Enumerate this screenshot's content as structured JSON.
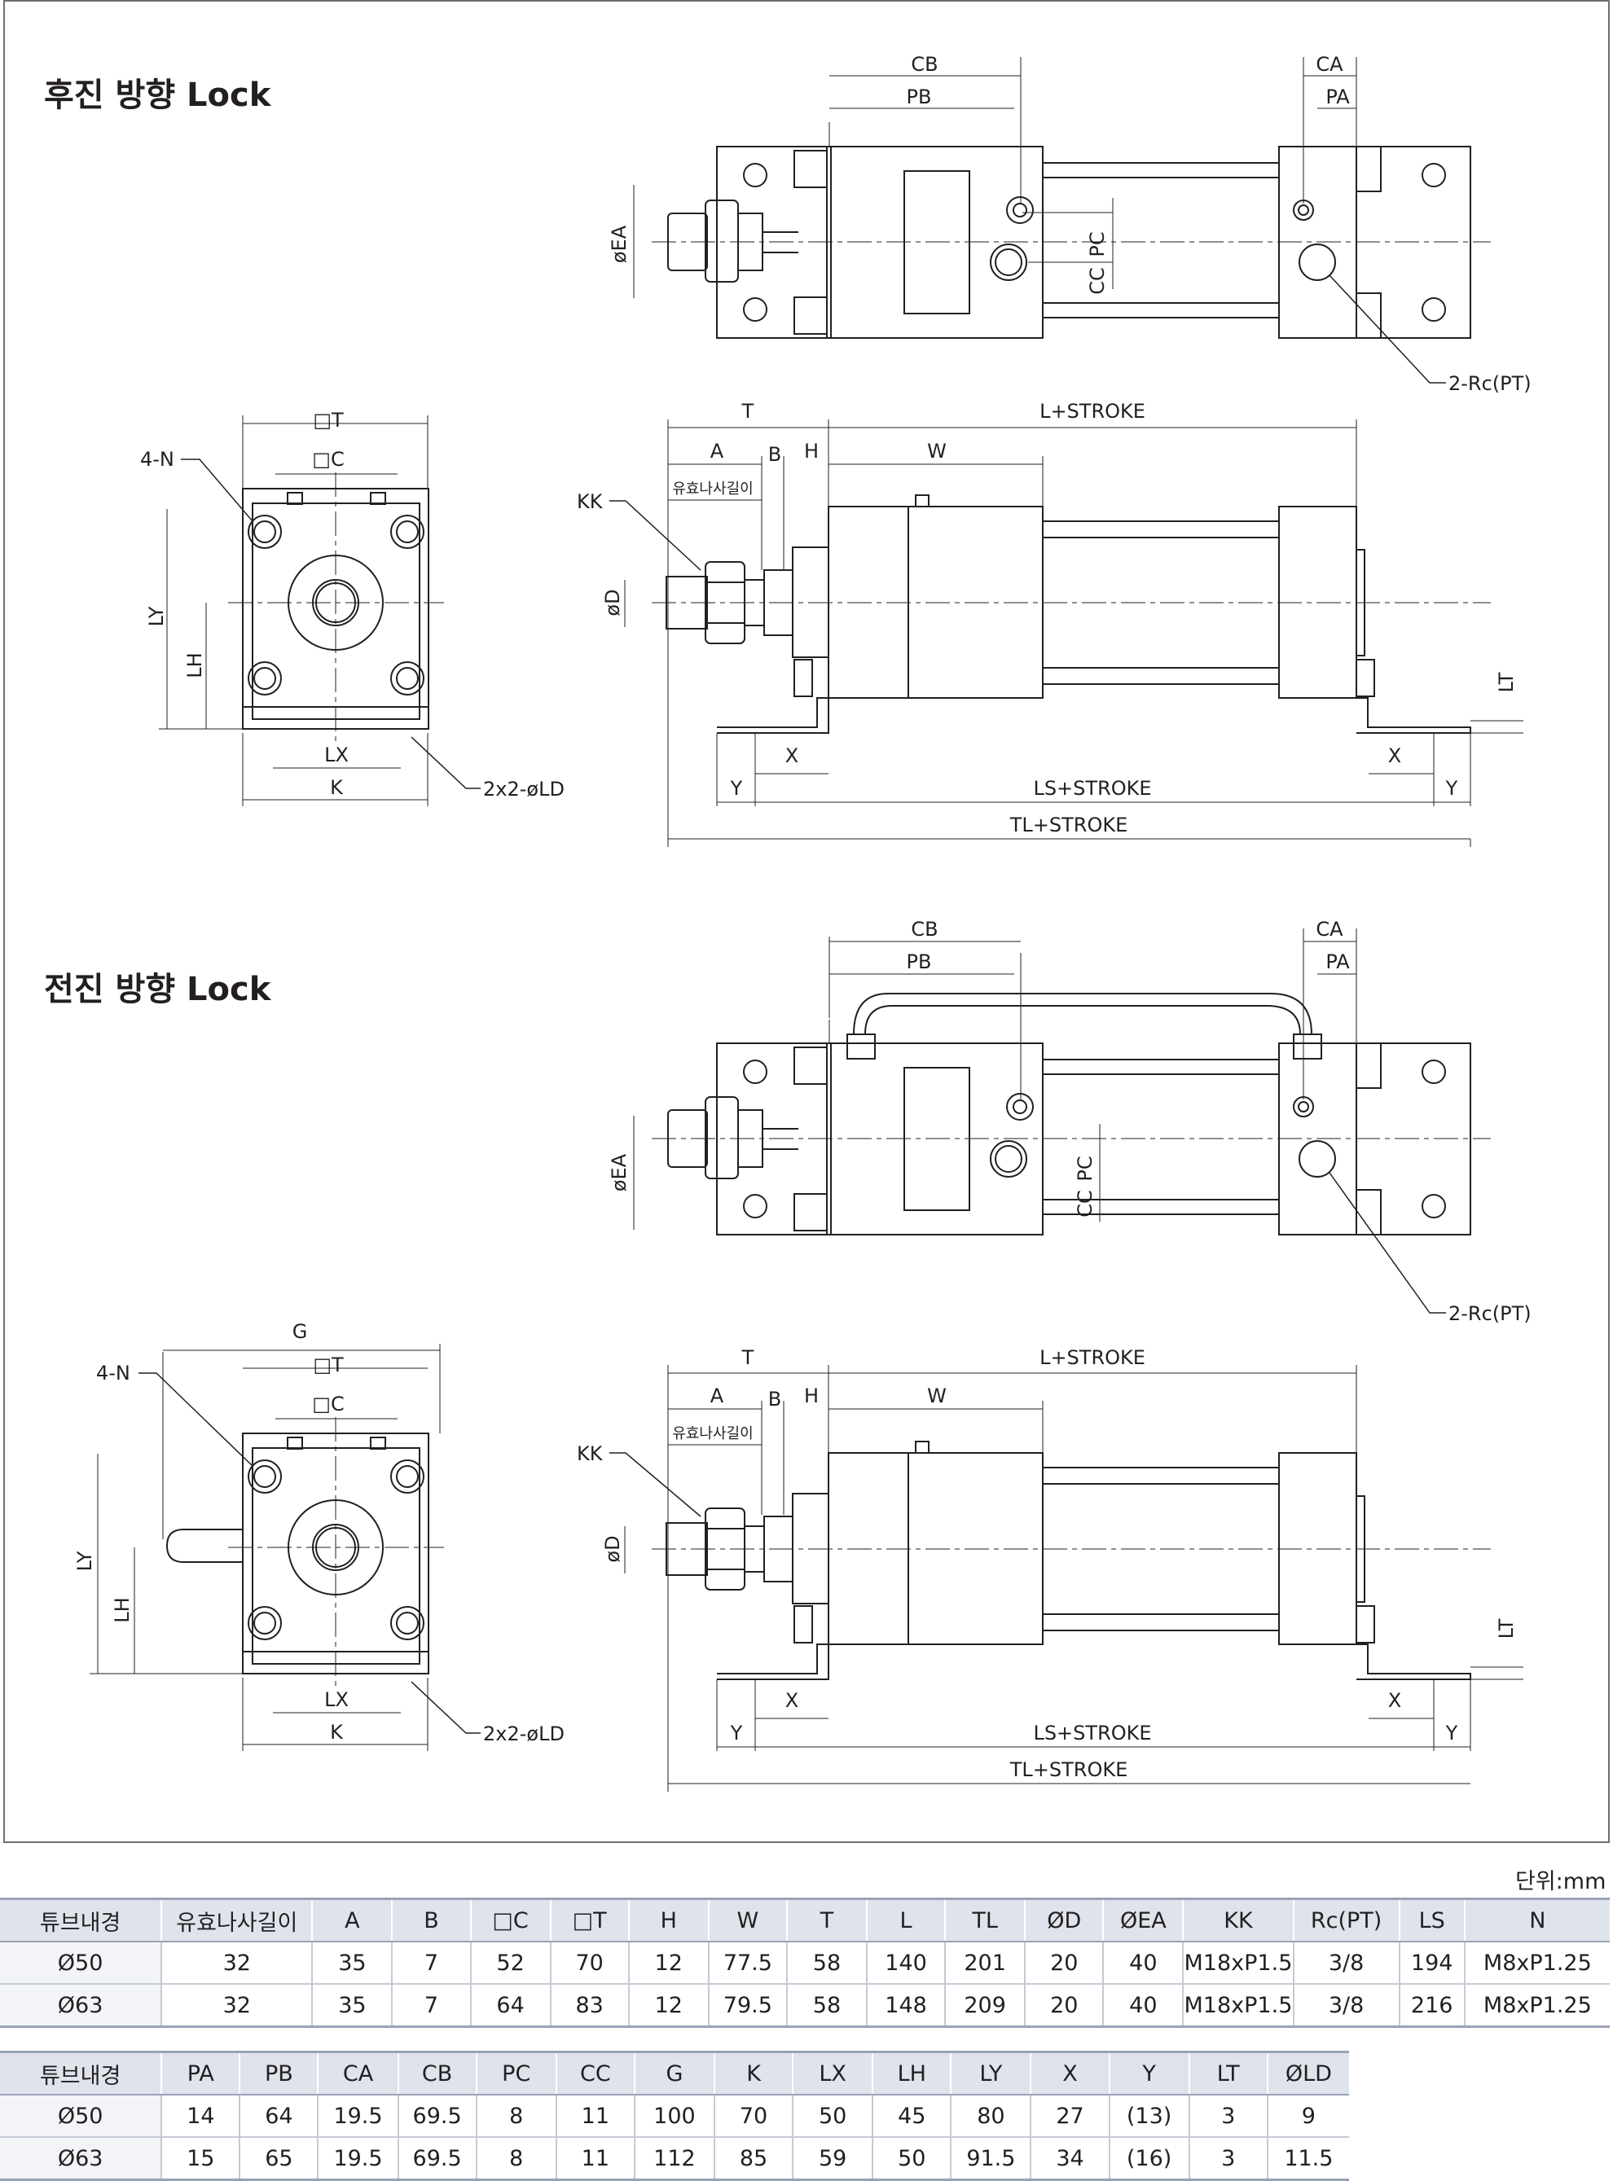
{
  "sections": [
    {
      "title": "후진 방향 Lock",
      "top_labels": {
        "cb": "CB",
        "pb": "PB",
        "ca": "CA",
        "pa": "PA",
        "ea": "øEA",
        "cc": "CC",
        "pc": "PC",
        "port": "2-Rc(PT)"
      },
      "end_labels": {
        "t_sq": "□T",
        "c_sq": "□C",
        "n": "4-N",
        "ly": "LY",
        "lh": "LH",
        "lx": "LX",
        "k": "K",
        "ld": "2x2-øLD"
      },
      "side_labels": {
        "t": "T",
        "l": "L+STROKE",
        "a": "A",
        "b": "B",
        "h": "H",
        "w": "W",
        "thread": "유효나사길이",
        "kk": "KK",
        "d": "øD",
        "lt": "LT",
        "x1": "X",
        "x2": "X",
        "y1": "Y",
        "y2": "Y",
        "ls": "LS+STROKE",
        "tl": "TL+STROKE"
      }
    },
    {
      "title": "전진 방향 Lock",
      "top_labels": {
        "cb": "CB",
        "pb": "PB",
        "ca": "CA",
        "pa": "PA",
        "ea": "øEA",
        "cc": "CC",
        "pc": "PC",
        "port": "2-Rc(PT)"
      },
      "end_labels": {
        "g": "G",
        "t_sq": "□T",
        "c_sq": "□C",
        "n": "4-N",
        "ly": "LY",
        "lh": "LH",
        "lx": "LX",
        "k": "K",
        "ld": "2x2-øLD"
      },
      "side_labels": {
        "t": "T",
        "l": "L+STROKE",
        "a": "A",
        "b": "B",
        "h": "H",
        "w": "W",
        "thread": "유효나사길이",
        "kk": "KK",
        "d": "øD",
        "lt": "LT",
        "x1": "X",
        "x2": "X",
        "y1": "Y",
        "y2": "Y",
        "ls": "LS+STROKE",
        "tl": "TL+STROKE"
      }
    }
  ],
  "unit_label": "단위:mm",
  "table1": {
    "headers": [
      "튜브내경",
      "유효나사길이",
      "A",
      "B",
      "□C",
      "□T",
      "H",
      "W",
      "T",
      "L",
      "TL",
      "ØD",
      "ØEA",
      "KK",
      "Rc(PT)",
      "LS",
      "N"
    ],
    "rows": [
      [
        "Ø50",
        "32",
        "35",
        "7",
        "52",
        "70",
        "12",
        "77.5",
        "58",
        "140",
        "201",
        "20",
        "40",
        "M18xP1.5",
        "3/8",
        "194",
        "M8xP1.25"
      ],
      [
        "Ø63",
        "32",
        "35",
        "7",
        "64",
        "83",
        "12",
        "79.5",
        "58",
        "148",
        "209",
        "20",
        "40",
        "M18xP1.5",
        "3/8",
        "216",
        "M8xP1.25"
      ]
    ]
  },
  "table2": {
    "headers": [
      "튜브내경",
      "PA",
      "PB",
      "CA",
      "CB",
      "PC",
      "CC",
      "G",
      "K",
      "LX",
      "LH",
      "LY",
      "X",
      "Y",
      "LT",
      "ØLD"
    ],
    "rows": [
      [
        "Ø50",
        "14",
        "64",
        "19.5",
        "69.5",
        "8",
        "11",
        "100",
        "70",
        "50",
        "45",
        "80",
        "27",
        "(13)",
        "3",
        "9"
      ],
      [
        "Ø63",
        "15",
        "65",
        "19.5",
        "69.5",
        "8",
        "11",
        "112",
        "85",
        "59",
        "50",
        "91.5",
        "34",
        "(16)",
        "3",
        "11.5"
      ]
    ]
  },
  "colors": {
    "line": "#231f20",
    "header_bg": "#dfe3ec",
    "frame": "#6d6e71"
  }
}
